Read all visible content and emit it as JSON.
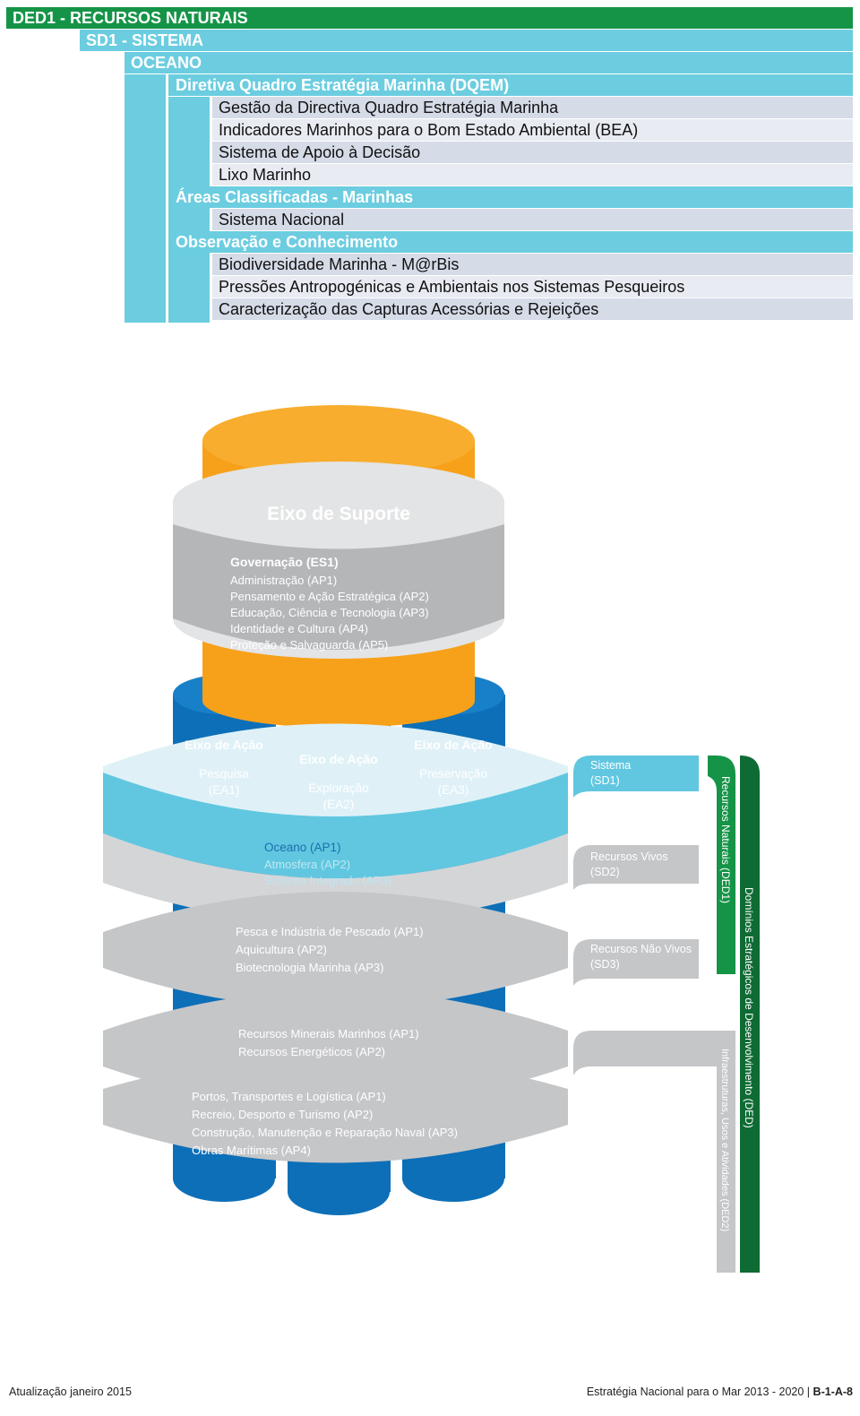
{
  "header": {
    "domain": "DED1 - RECURSOS NATURAIS",
    "subdomain": "SD1 - SISTEMA",
    "system": "OCEANO"
  },
  "sections": [
    {
      "title": "Diretiva Quadro Estratégia Marinha (DQEM)",
      "items": [
        "Gestão da Directiva Quadro Estratégia Marinha",
        "Indicadores Marinhos para o Bom Estado Ambiental (BEA)",
        "Sistema de Apoio à Decisão",
        "Lixo Marinho"
      ]
    },
    {
      "title": "Áreas Classificadas - Marinhas",
      "items": [
        "Sistema Nacional"
      ]
    },
    {
      "title": "Observação e Conhecimento",
      "items": [
        "Biodiversidade Marinha - M@rBis",
        "Pressões Antropogénicas e Ambientais nos Sistemas Pesqueiros",
        "Caracterização das Capturas Acessórias e Rejeições"
      ]
    }
  ],
  "diagram": {
    "support": {
      "title": "Eixo de Suporte",
      "heading": "Governação (ES1)",
      "lines": [
        "Administração (AP1)",
        "Pensamento e Ação Estratégica (AP2)",
        "Educação, Ciência e Tecnologia (AP3)",
        "Identidade e Cultura (AP4)",
        "Proteção e Salvaguarda (AP5)"
      ]
    },
    "columns": [
      {
        "axis": "Eixo de Ação",
        "name": "Pesquisa",
        "code": "(EA1)"
      },
      {
        "axis": "Eixo de Ação",
        "name": "Exploração",
        "code": "(EA2)"
      },
      {
        "axis": "Eixo de Ação",
        "name": "Preservação",
        "code": "(EA3)"
      }
    ],
    "ring1": {
      "highlight": "Oceano (AP1)",
      "lines": [
        "Atmosfera (AP2)",
        "Sistema Integrado (AP3)"
      ]
    },
    "ring2": [
      "Pesca e Indústria de Pescado (AP1)",
      "Aquicultura (AP2)",
      "Biotecnologia Marinha (AP3)"
    ],
    "ring3": [
      "Recursos Minerais Marinhos (AP1)",
      "Recursos Energéticos (AP2)"
    ],
    "ring4": [
      "Portos, Transportes e Logística (AP1)",
      "Recreio, Desporto e Turismo (AP2)",
      "Construção, Manutenção e Reparação Naval (AP3)",
      "Obras Marítimas (AP4)"
    ],
    "side": {
      "sd1": [
        "Sistema",
        "(SD1)"
      ],
      "sd2": [
        "Recursos Vivos",
        "(SD2)"
      ],
      "sd3": [
        "Recursos Não Vivos",
        "(SD3)"
      ],
      "ded1": "Recursos Naturais (DED1)",
      "ded2": "Infraestruturas, Usos e Atividades (DED2)",
      "ded": "Domínios Estratégicos de Desenvolvimento (DED)"
    },
    "colors": {
      "orange": "#f7a11a",
      "gray": "#b7b8ba",
      "light_gray": "#d6d7d9",
      "cyan": "#61c7e0",
      "blue": "#0d6fb8",
      "green": "#159447",
      "dark_green": "#0e6b33"
    }
  },
  "footer": {
    "left": "Atualização janeiro 2015",
    "right": "Estratégia Nacional para o Mar 2013 - 2020 |",
    "code": "B-1-A-8"
  }
}
